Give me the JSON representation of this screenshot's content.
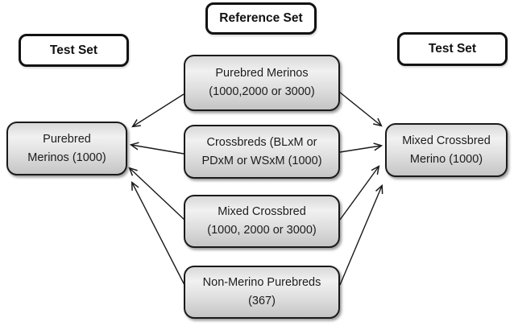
{
  "figure": {
    "background": "#ffffff",
    "node_border_color": "#1a1a1a",
    "label_border_color": "#121212",
    "node_fill_top": "#f1f1f1",
    "node_fill_bottom": "#c5c5c5",
    "arrow_color": "#1a1a1a",
    "text_color": "#1c1c1c"
  },
  "labels": {
    "reference_set": "Reference Set",
    "test_set_left": "Test Set",
    "test_set_right": "Test Set"
  },
  "nodes": {
    "test_left": {
      "line1": "Purebred",
      "line2": "Merinos (1000)"
    },
    "test_right": {
      "line1": "Mixed Crossbred",
      "line2": "Merino (1000)"
    },
    "reference": [
      {
        "line1": "Purebred Merinos",
        "line2": "(1000,2000 or 3000)"
      },
      {
        "line1": "Crossbreds (BLxM or",
        "line2": "PDxM or WSxM (1000)"
      },
      {
        "line1": "Mixed Crossbred",
        "line2": "(1000, 2000 or 3000)"
      },
      {
        "line1": "Non-Merino Purebreds",
        "line2": "(367)"
      }
    ]
  },
  "edges": [
    {
      "from": "reference-purebred-merinos",
      "to": "test-purebred-merinos"
    },
    {
      "from": "reference-purebred-merinos",
      "to": "test-mixed-crossbred-merino"
    },
    {
      "from": "reference-crossbreds",
      "to": "test-purebred-merinos"
    },
    {
      "from": "reference-crossbreds",
      "to": "test-mixed-crossbred-merino"
    },
    {
      "from": "reference-mixed-crossbred",
      "to": "test-purebred-merinos"
    },
    {
      "from": "reference-mixed-crossbred",
      "to": "test-mixed-crossbred-merino"
    },
    {
      "from": "reference-non-merino-purebreds",
      "to": "test-purebred-merinos"
    },
    {
      "from": "reference-non-merino-purebreds",
      "to": "test-mixed-crossbred-merino"
    }
  ]
}
